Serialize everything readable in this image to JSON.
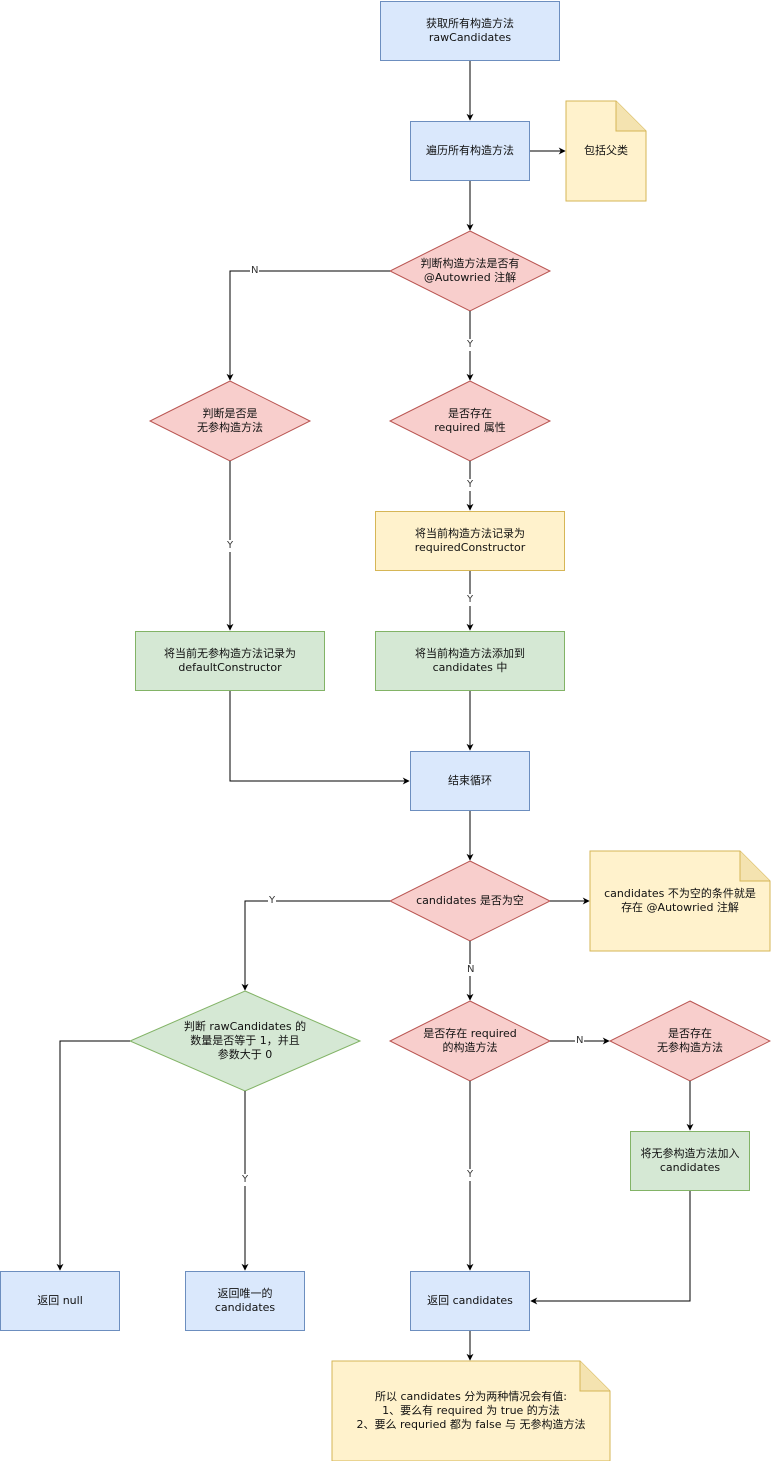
{
  "nodes": {
    "get_ctors": "获取所有构造方法\nrawCandidates",
    "iterate": "遍历所有构造方法",
    "note_parent": "包括父类",
    "has_autowired": "判断构造方法是否有\n@Autowried 注解",
    "is_noarg": "判断是否是\n无参构造方法",
    "has_required": "是否存在\nrequired 属性",
    "record_required": "将当前构造方法记录为\nrequiredConstructor",
    "record_default": "将当前无参构造方法记录为\ndefaultConstructor",
    "add_candidates": "将当前构造方法添加到\ncandidates 中",
    "end_loop": "结束循环",
    "candidates_empty": "candidates 是否为空",
    "note_not_empty": "candidates 不为空的条件就是\n存在 @Autowried 注解",
    "check_raw": "判断 rawCandidates 的\n数量是否等于 1，并且\n参数大于 0",
    "has_required_ctor": "是否存在 required\n的构造方法",
    "has_noarg_ctor": "是否存在\n无参构造方法",
    "add_noarg": "将无参构造方法加入\ncandidates",
    "return_null": "返回 null",
    "return_unique": "返回唯一的\ncandidates",
    "return_candidates": "返回 candidates",
    "note_final": "所以 candidates 分为两种情况会有值:\n1、要么有 required 为 true 的方法\n2、要么 requried 都为 false 与 无参构造方法"
  },
  "edge_labels": {
    "autowired_no": "N",
    "autowired_yes": "Y",
    "noarg_yes": "Y",
    "required_yes1": "Y",
    "required_yes2": "Y",
    "empty_yes": "Y",
    "empty_no": "N",
    "raw_yes": "Y",
    "required_ctor_no": "N",
    "required_ctor_yes": "Y"
  },
  "colors": {
    "blue_fill": "#dae8fc",
    "blue_stroke": "#6c8ebf",
    "red_fill": "#f8cecc",
    "red_stroke": "#b85450",
    "green_fill": "#d5e8d4",
    "green_stroke": "#82b366",
    "yellow_fill": "#fff2cc",
    "yellow_stroke": "#d6b656",
    "edge": "#000000"
  }
}
